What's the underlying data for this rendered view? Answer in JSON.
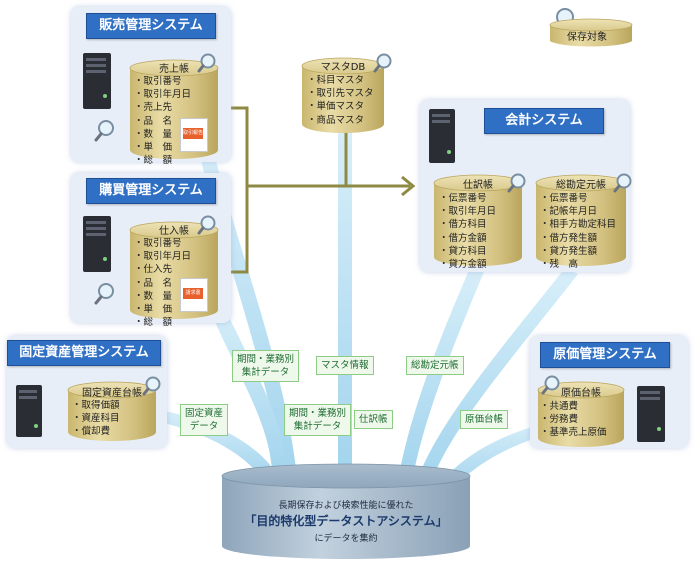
{
  "legend": {
    "label": "保存対象",
    "icon": "magnifier-icon"
  },
  "sales": {
    "title": "販売管理システム",
    "db_title": "売上帳",
    "items": [
      "取引番号",
      "取引年月日",
      "売上先",
      "品　名",
      "数　量",
      "単　価",
      "総　額"
    ],
    "doc_label": "取引報告書"
  },
  "purchase": {
    "title": "購買管理システム",
    "db_title": "仕入帳",
    "items": [
      "取引番号",
      "取引年月日",
      "仕入先",
      "品　名",
      "数　量",
      "単　価",
      "総　額"
    ],
    "doc_label": "請求書"
  },
  "fixed_assets": {
    "title": "固定資産管理システム",
    "db_title": "固定資産台帳",
    "items": [
      "取得価額",
      "資産科目",
      "償却費"
    ]
  },
  "master": {
    "db_title": "マスタDB",
    "items": [
      "科目マスタ",
      "取引先マスタ",
      "単価マスタ",
      "商品マスタ"
    ]
  },
  "accounting": {
    "title": "会計システム",
    "journal": {
      "db_title": "仕訳帳",
      "items": [
        "伝票番号",
        "取引年月日",
        "借方科目",
        "借方金額",
        "貸方科目",
        "貸方金額"
      ]
    },
    "ledger": {
      "db_title": "総勘定元帳",
      "items": [
        "伝票番号",
        "記帳年月日",
        "相手方勘定科目",
        "借方発生額",
        "貸方発生額",
        "残　高"
      ]
    }
  },
  "costing": {
    "title": "原価管理システム",
    "db_title": "原価台帳",
    "items": [
      "共通費",
      "労務費",
      "基準売上原価"
    ]
  },
  "flow_labels": {
    "period_agg_upper": [
      "期間・業務別",
      "集計データ"
    ],
    "master_info": "マスタ情報",
    "general_ledger": "総勘定元帳",
    "fixed_asset_data": [
      "固定資産",
      "データ"
    ],
    "period_agg_lower": [
      "期間・業務別",
      "集計データ"
    ],
    "journal": "仕訳帳",
    "cost_ledger": "原価台帳"
  },
  "target_db": {
    "subtitle": "長期保存および検索性能に優れた",
    "title": "「目的特化型データストアシステム」",
    "caption": "にデータを集約"
  },
  "colors": {
    "system_button": "#2f6fc4",
    "panel": "#e8eef8",
    "flow_arrow": "#a6d7ef",
    "connector": "#8f8a43",
    "cylinder_gold": "#cdbd78",
    "label_green": "#1e6b30",
    "target_cylinder": "#8fa7bd"
  }
}
